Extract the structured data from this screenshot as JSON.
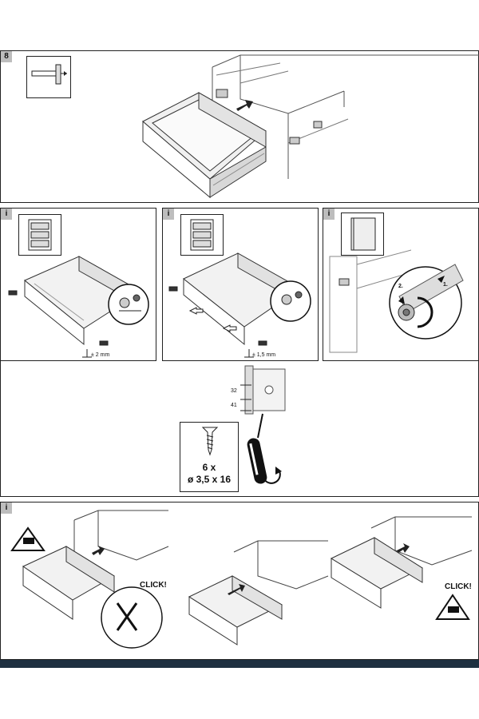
{
  "step": {
    "number": "8"
  },
  "info_tags": {
    "i": "i"
  },
  "adjust_left": {
    "tolerance_label": "± 2 mm"
  },
  "adjust_right": {
    "tolerance_label": "± 1,5 mm"
  },
  "front_detail": {
    "arrow_label_1": "1.",
    "arrow_label_2": "2."
  },
  "mount": {
    "dim_top": "32",
    "dim_bottom": "41"
  },
  "screw_spec": {
    "quantity": "6 x",
    "size": "ø 3,5 x 16"
  },
  "removal": {
    "click_label_1": "CLICK!",
    "click_label_2": "CLICK!"
  },
  "colors": {
    "panel_border": "#222222",
    "tag_bg": "#bdbdbd",
    "footer": "#1e3040"
  },
  "icons": [
    "drawer-stack-icon",
    "handle-push-icon",
    "warning-triangle-icon",
    "screwdriver-icon",
    "screw-icon",
    "rotate-arrow-icon"
  ]
}
